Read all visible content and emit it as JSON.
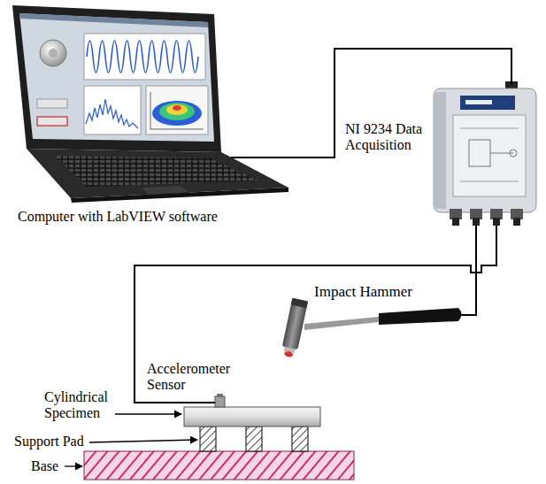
{
  "diagram": {
    "nodes": [
      {
        "text": [
          "Computer with LabVIEW software"
        ]
      },
      {
        "text": [
          "NI 9234 Data Acquisition"
        ]
      },
      {
        "text": [
          "Impact Hammer"
        ]
      },
      {
        "text": [
          "Accelerometer Sensor"
        ]
      }
    ],
    "edges": [
      {
        "from": 0,
        "to": 1,
        "arrow": "none"
      },
      {
        "from": 1,
        "to": 2,
        "arrow": "none"
      },
      {
        "from": 1,
        "to": 3,
        "arrow": "none"
      }
    ],
    "labels": [
      "Cylindrical Specimen",
      "Support Pad",
      "Base"
    ]
  }
}
